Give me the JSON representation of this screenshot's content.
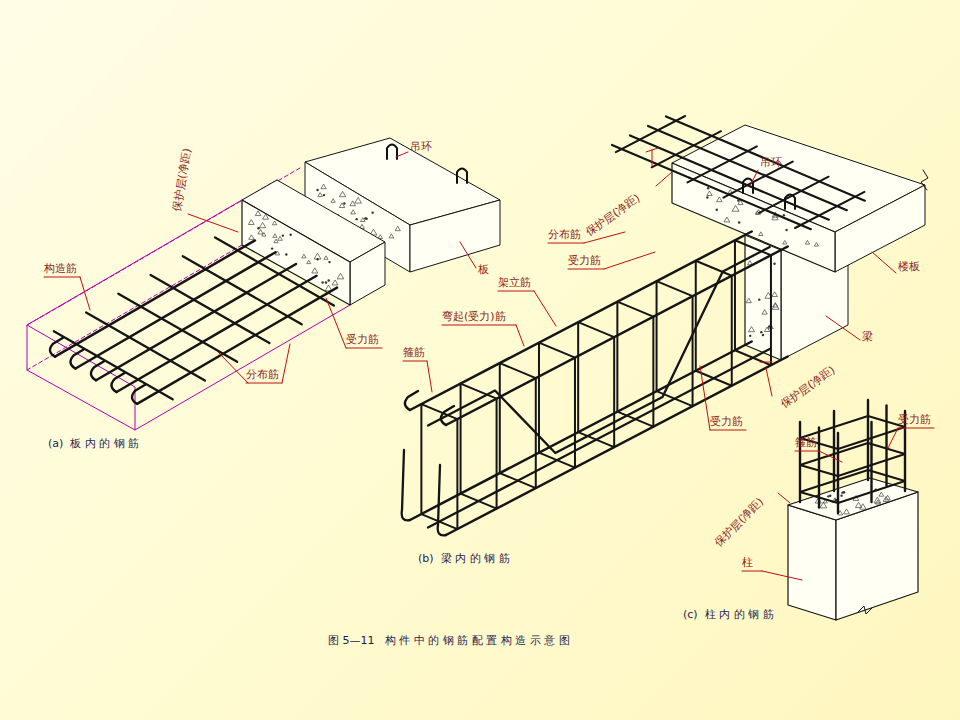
{
  "diagram": {
    "caption": "图 5—11   构 件 中 的 钢 筋 配 置 构 造 示 意 图",
    "labels": [
      "保护层(净距)",
      "构造筋",
      "受力筋",
      "分布筋",
      "吊环",
      "板",
      "(a)  板 内 的 钢 筋",
      "保护层(净距)",
      "吊环",
      "分布筋",
      "受力筋",
      "架立筋",
      "弯起(受力)筋",
      "箍筋",
      "楼板",
      "梁",
      "保护层(净距)",
      "受力筋",
      "(b)  梁 内 的 钢 筋",
      "受力筋",
      "箍筋",
      "保护层(净距)",
      "柱",
      "(c)  柱 内 的 钢 筋"
    ]
  }
}
